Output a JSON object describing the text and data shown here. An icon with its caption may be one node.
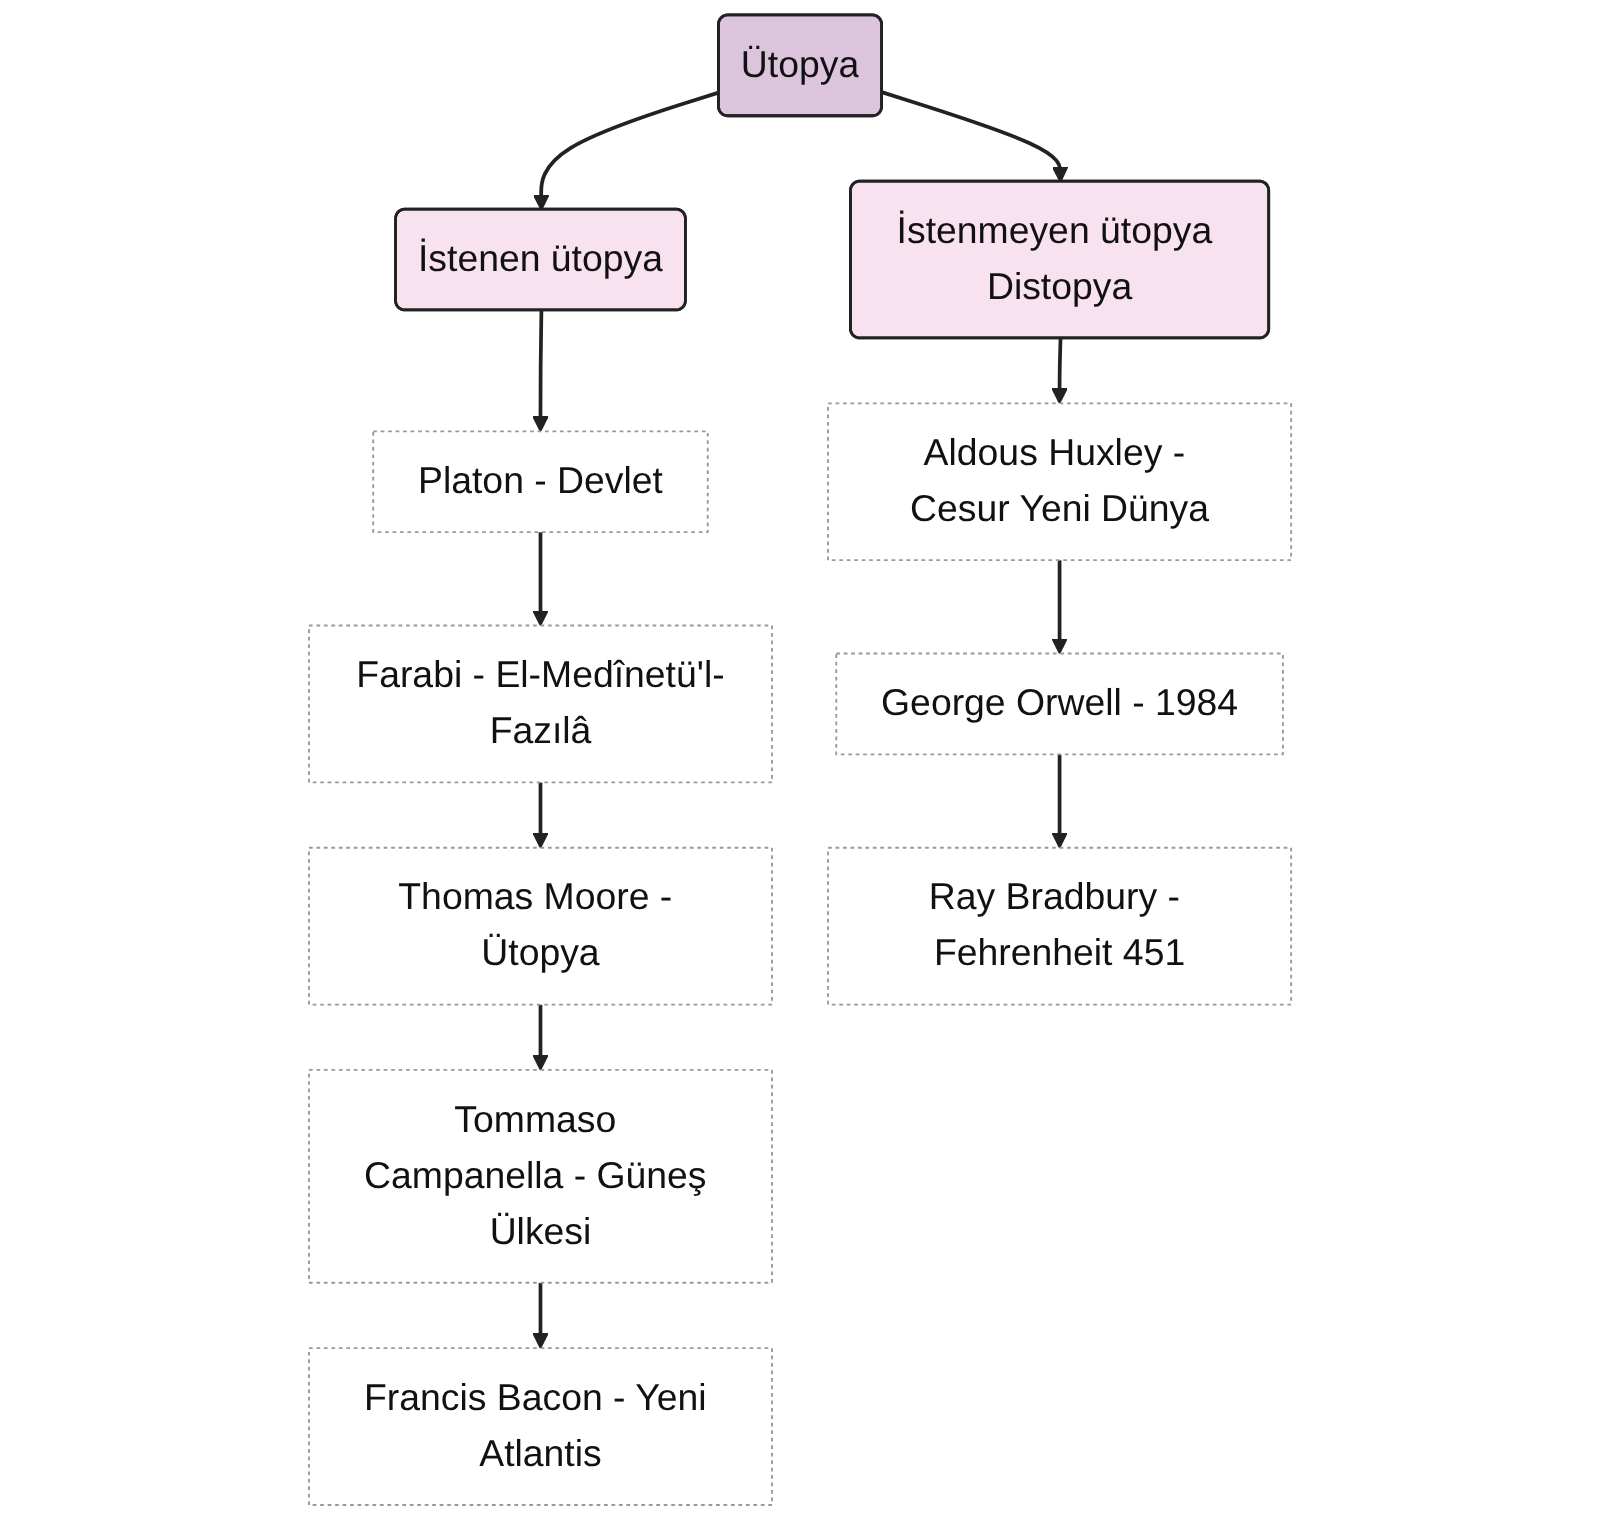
{
  "diagram": {
    "nodes": [
      {
        "text": [
          "Ütopya"
        ]
      },
      {
        "text": [
          "İstenen ütopya"
        ]
      },
      {
        "text": [
          "İstenmeyen ütopya Distopya"
        ]
      },
      {
        "text": [
          "Platon - Devlet"
        ]
      },
      {
        "text": [
          "Farabi - El-Medînetü'l-Fazılâ"
        ]
      },
      {
        "text": [
          "Thomas Moore - Ütopya"
        ]
      },
      {
        "text": [
          "Tommaso Campanella - Güneş Ülkesi"
        ]
      },
      {
        "text": [
          "Francis Bacon - Yeni Atlantis"
        ]
      },
      {
        "text": [
          "Aldous Huxley - Cesur Yeni Dünya"
        ]
      },
      {
        "text": [
          "George Orwell - 1984"
        ]
      },
      {
        "text": [
          "Ray Bradbury - Fehrenheit 451"
        ]
      }
    ],
    "edges": [
      {
        "from": 0,
        "to": 1,
        "arrow": "to"
      },
      {
        "from": 0,
        "to": 2,
        "arrow": "to"
      },
      {
        "from": 1,
        "to": 3,
        "arrow": "to"
      },
      {
        "from": 3,
        "to": 4,
        "arrow": "to"
      },
      {
        "from": 4,
        "to": 5,
        "arrow": "to"
      },
      {
        "from": 5,
        "to": 6,
        "arrow": "to"
      },
      {
        "from": 6,
        "to": 7,
        "arrow": "to"
      },
      {
        "from": 2,
        "to": 8,
        "arrow": "to"
      },
      {
        "from": 8,
        "to": 9,
        "arrow": "to"
      },
      {
        "from": 9,
        "to": 10,
        "arrow": "to"
      }
    ]
  }
}
